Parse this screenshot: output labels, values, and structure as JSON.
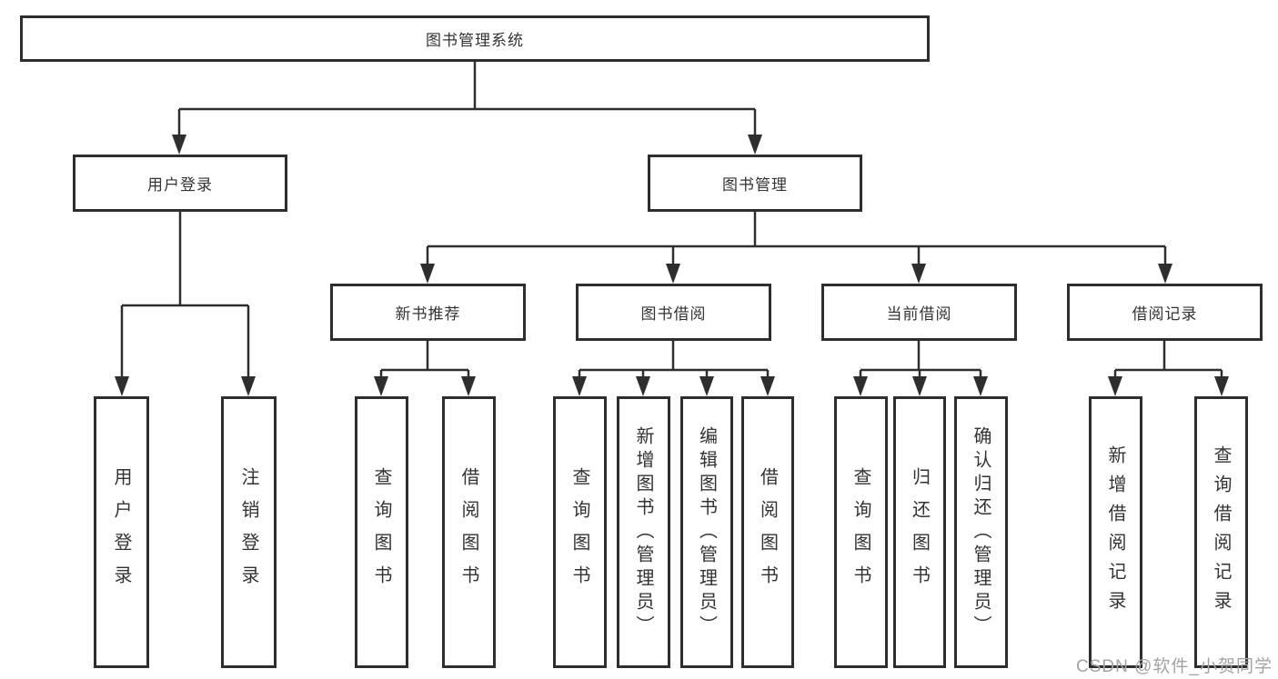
{
  "title": "图书管理系统",
  "level2": [
    "用户登录",
    "图书管理"
  ],
  "level3": [
    "新书推荐",
    "图书借阅",
    "当前借阅",
    "借阅记录"
  ],
  "leaves": [
    "用户登录",
    "注销登录",
    "查询图书",
    "借阅图书",
    "查询图书",
    "新增图书（管理员）",
    "编辑图书（管理员）",
    "借阅图书",
    "查询图书",
    "归还图书",
    "确认归还（管理员）",
    "新增借阅记录",
    "查询借阅记录"
  ],
  "watermark": "CSDN @软件_小贺同学",
  "colors": {
    "line": "#2e2e2e",
    "border": "#2e2e2e",
    "text": "#333333",
    "watermark": "#a3a3a3",
    "background": "#ffffff"
  }
}
